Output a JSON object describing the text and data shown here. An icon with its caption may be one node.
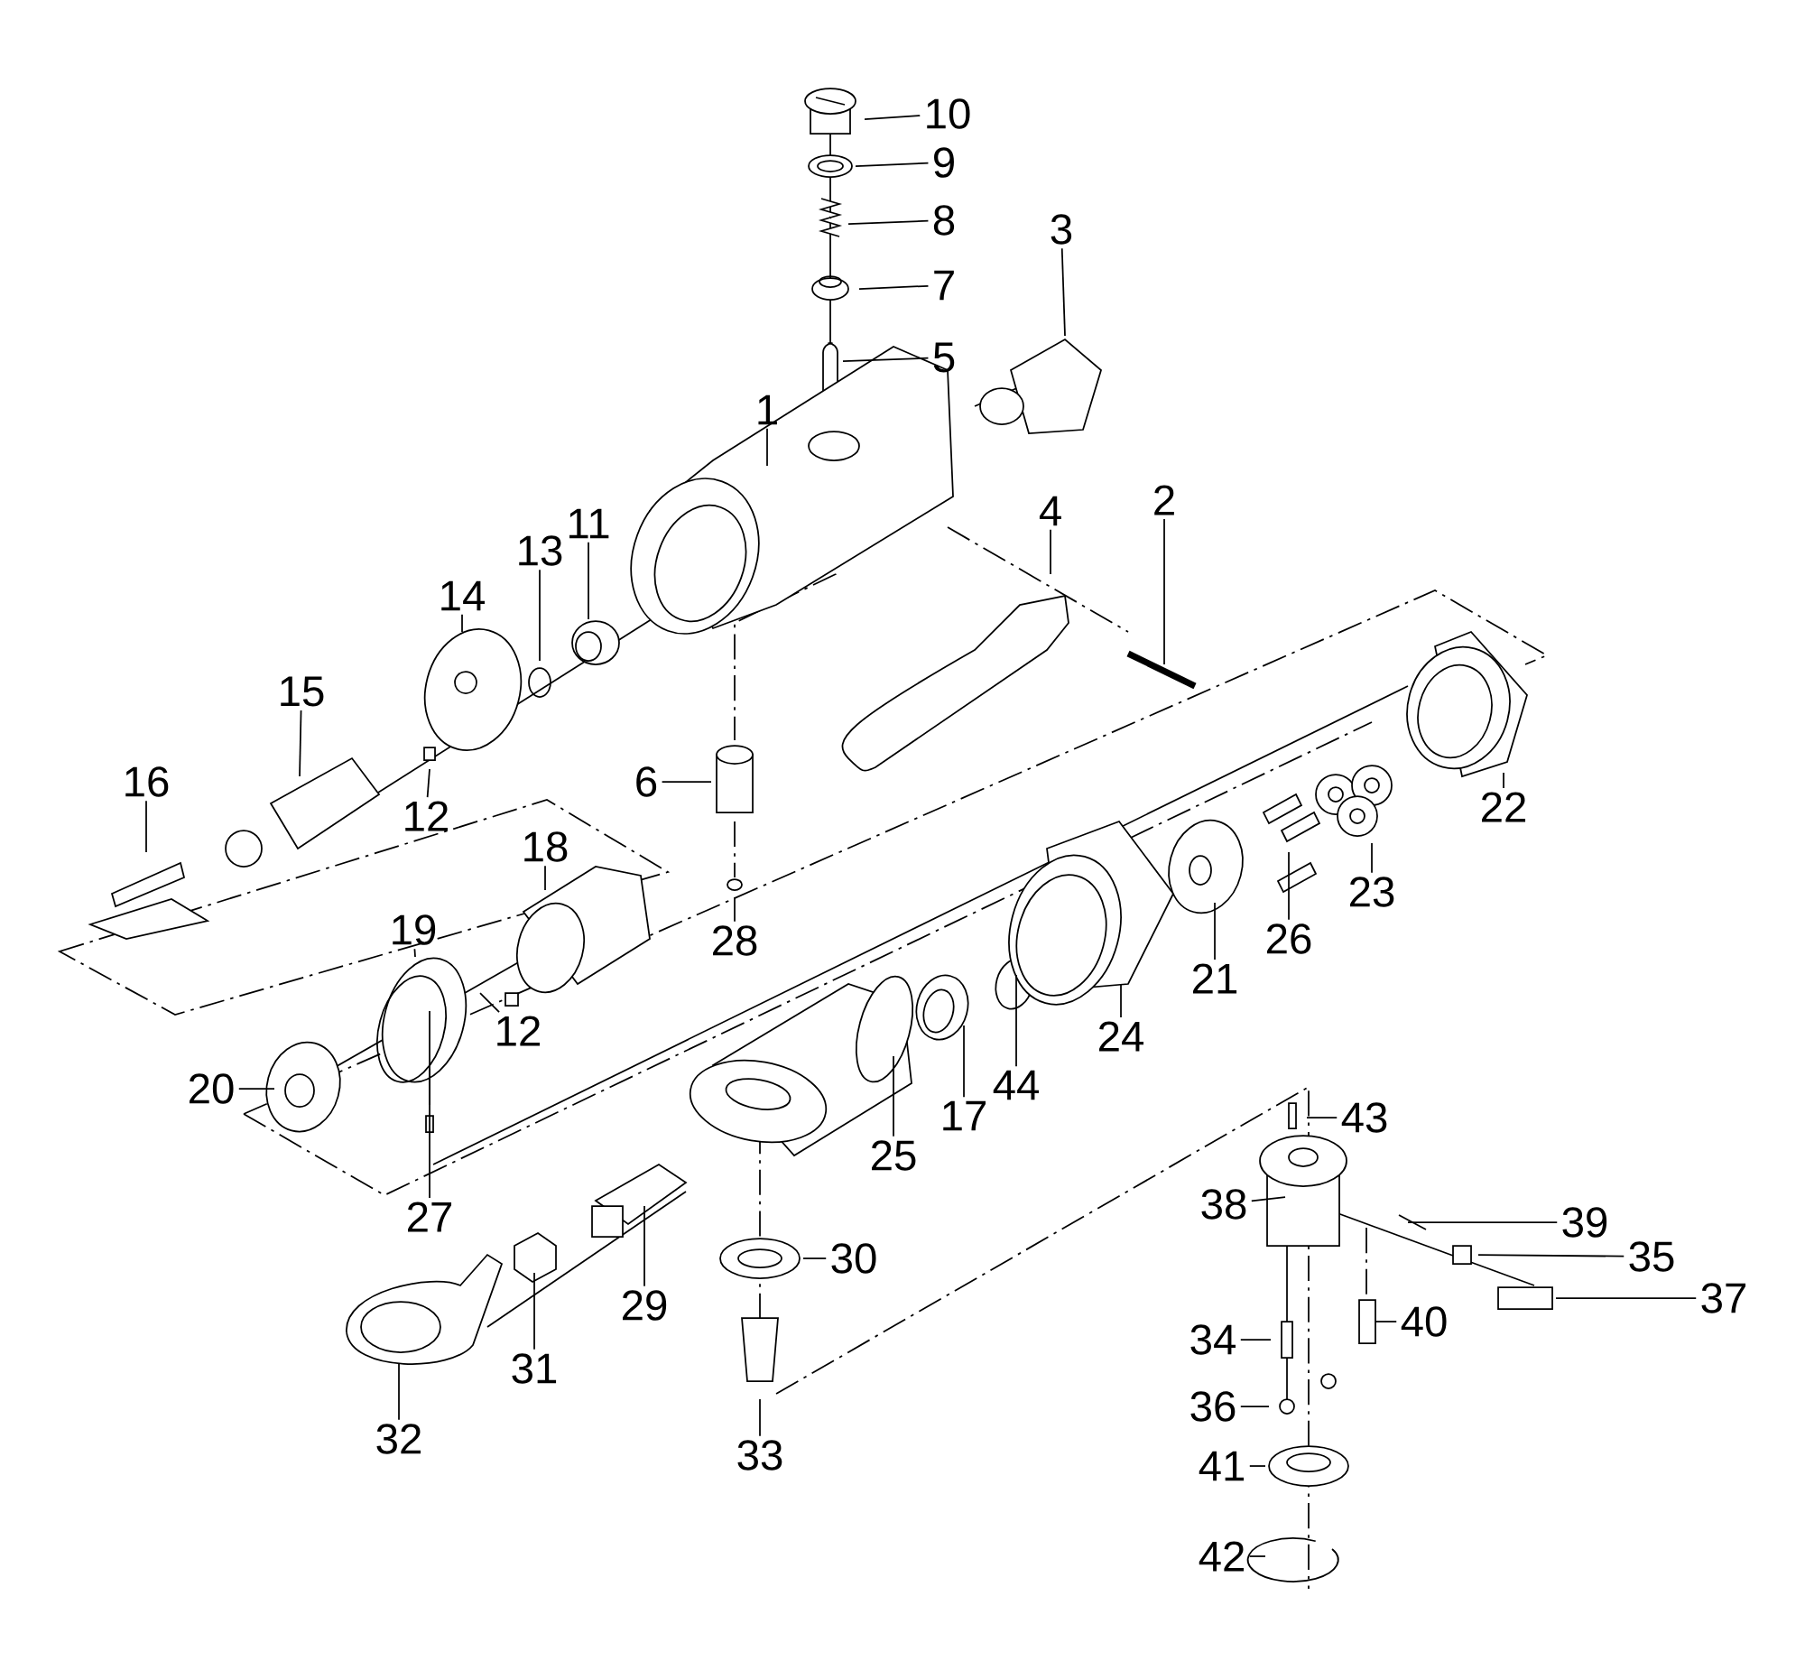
{
  "diagram": {
    "nodes": [
      {
        "text": [
          "10"
        ]
      },
      {
        "text": [
          "9"
        ]
      },
      {
        "text": [
          "8"
        ]
      },
      {
        "text": [
          "3"
        ]
      },
      {
        "text": [
          "7"
        ]
      },
      {
        "text": [
          "5"
        ]
      },
      {
        "text": [
          "1"
        ]
      },
      {
        "text": [
          "2"
        ]
      },
      {
        "text": [
          "4"
        ]
      },
      {
        "text": [
          "11"
        ]
      },
      {
        "text": [
          "13"
        ]
      },
      {
        "text": [
          "14"
        ]
      },
      {
        "text": [
          "15"
        ]
      },
      {
        "text": [
          "16"
        ]
      },
      {
        "text": [
          "12"
        ]
      },
      {
        "text": [
          "6"
        ]
      },
      {
        "text": [
          "22"
        ]
      },
      {
        "text": [
          "18"
        ]
      },
      {
        "text": [
          "23"
        ]
      },
      {
        "text": [
          "19"
        ]
      },
      {
        "text": [
          "28"
        ]
      },
      {
        "text": [
          "26"
        ]
      },
      {
        "text": [
          "21"
        ]
      },
      {
        "text": [
          "12"
        ]
      },
      {
        "text": [
          "24"
        ]
      },
      {
        "text": [
          "44"
        ]
      },
      {
        "text": [
          "20"
        ]
      },
      {
        "text": [
          "17"
        ]
      },
      {
        "text": [
          "43"
        ]
      },
      {
        "text": [
          "25"
        ]
      },
      {
        "text": [
          "38"
        ]
      },
      {
        "text": [
          "27"
        ]
      },
      {
        "text": [
          "39"
        ]
      },
      {
        "text": [
          "35"
        ]
      },
      {
        "text": [
          "30"
        ]
      },
      {
        "text": [
          "37"
        ]
      },
      {
        "text": [
          "29"
        ]
      },
      {
        "text": [
          "40"
        ]
      },
      {
        "text": [
          "34"
        ]
      },
      {
        "text": [
          "31"
        ]
      },
      {
        "text": [
          "36"
        ]
      },
      {
        "text": [
          "32"
        ]
      },
      {
        "text": [
          "33"
        ]
      },
      {
        "text": [
          "41"
        ]
      },
      {
        "text": [
          "42"
        ]
      }
    ],
    "edges": [
      {
        "from": 0,
        "to": null,
        "arrow": "none"
      },
      {
        "from": 1,
        "to": null,
        "arrow": "none"
      },
      {
        "from": 2,
        "to": null,
        "arrow": "none"
      },
      {
        "from": 3,
        "to": null,
        "arrow": "none"
      },
      {
        "from": 4,
        "to": null,
        "arrow": "none"
      },
      {
        "from": 5,
        "to": null,
        "arrow": "none"
      },
      {
        "from": 6,
        "to": null,
        "arrow": "none"
      },
      {
        "from": 7,
        "to": null,
        "arrow": "none"
      },
      {
        "from": 8,
        "to": null,
        "arrow": "none"
      },
      {
        "from": 9,
        "to": null,
        "arrow": "none"
      },
      {
        "from": 10,
        "to": null,
        "arrow": "none"
      },
      {
        "from": 11,
        "to": null,
        "arrow": "none"
      },
      {
        "from": 12,
        "to": null,
        "arrow": "none"
      },
      {
        "from": 13,
        "to": null,
        "arrow": "none"
      },
      {
        "from": 14,
        "to": null,
        "arrow": "none"
      },
      {
        "from": 15,
        "to": null,
        "arrow": "none"
      },
      {
        "from": 16,
        "to": null,
        "arrow": "none"
      },
      {
        "from": 17,
        "to": null,
        "arrow": "none"
      },
      {
        "from": 18,
        "to": null,
        "arrow": "none"
      },
      {
        "from": 19,
        "to": null,
        "arrow": "none"
      },
      {
        "from": 20,
        "to": null,
        "arrow": "none"
      },
      {
        "from": 21,
        "to": null,
        "arrow": "none"
      },
      {
        "from": 22,
        "to": null,
        "arrow": "none"
      },
      {
        "from": 23,
        "to": null,
        "arrow": "none"
      },
      {
        "from": 24,
        "to": null,
        "arrow": "none"
      },
      {
        "from": 25,
        "to": null,
        "arrow": "none"
      },
      {
        "from": 26,
        "to": null,
        "arrow": "none"
      },
      {
        "from": 27,
        "to": null,
        "arrow": "none"
      },
      {
        "from": 28,
        "to": null,
        "arrow": "none"
      },
      {
        "from": 29,
        "to": null,
        "arrow": "none"
      },
      {
        "from": 30,
        "to": null,
        "arrow": "none"
      },
      {
        "from": 31,
        "to": null,
        "arrow": "none"
      },
      {
        "from": 32,
        "to": null,
        "arrow": "none"
      },
      {
        "from": 33,
        "to": null,
        "arrow": "none"
      },
      {
        "from": 34,
        "to": null,
        "arrow": "none"
      },
      {
        "from": 35,
        "to": null,
        "arrow": "none"
      },
      {
        "from": 36,
        "to": null,
        "arrow": "none"
      },
      {
        "from": 37,
        "to": null,
        "arrow": "none"
      },
      {
        "from": 38,
        "to": null,
        "arrow": "none"
      },
      {
        "from": 39,
        "to": null,
        "arrow": "none"
      },
      {
        "from": 40,
        "to": null,
        "arrow": "none"
      },
      {
        "from": 41,
        "to": null,
        "arrow": "none"
      },
      {
        "from": 42,
        "to": null,
        "arrow": "none"
      },
      {
        "from": 43,
        "to": null,
        "arrow": "none"
      },
      {
        "from": 44,
        "to": null,
        "arrow": "none"
      }
    ]
  }
}
